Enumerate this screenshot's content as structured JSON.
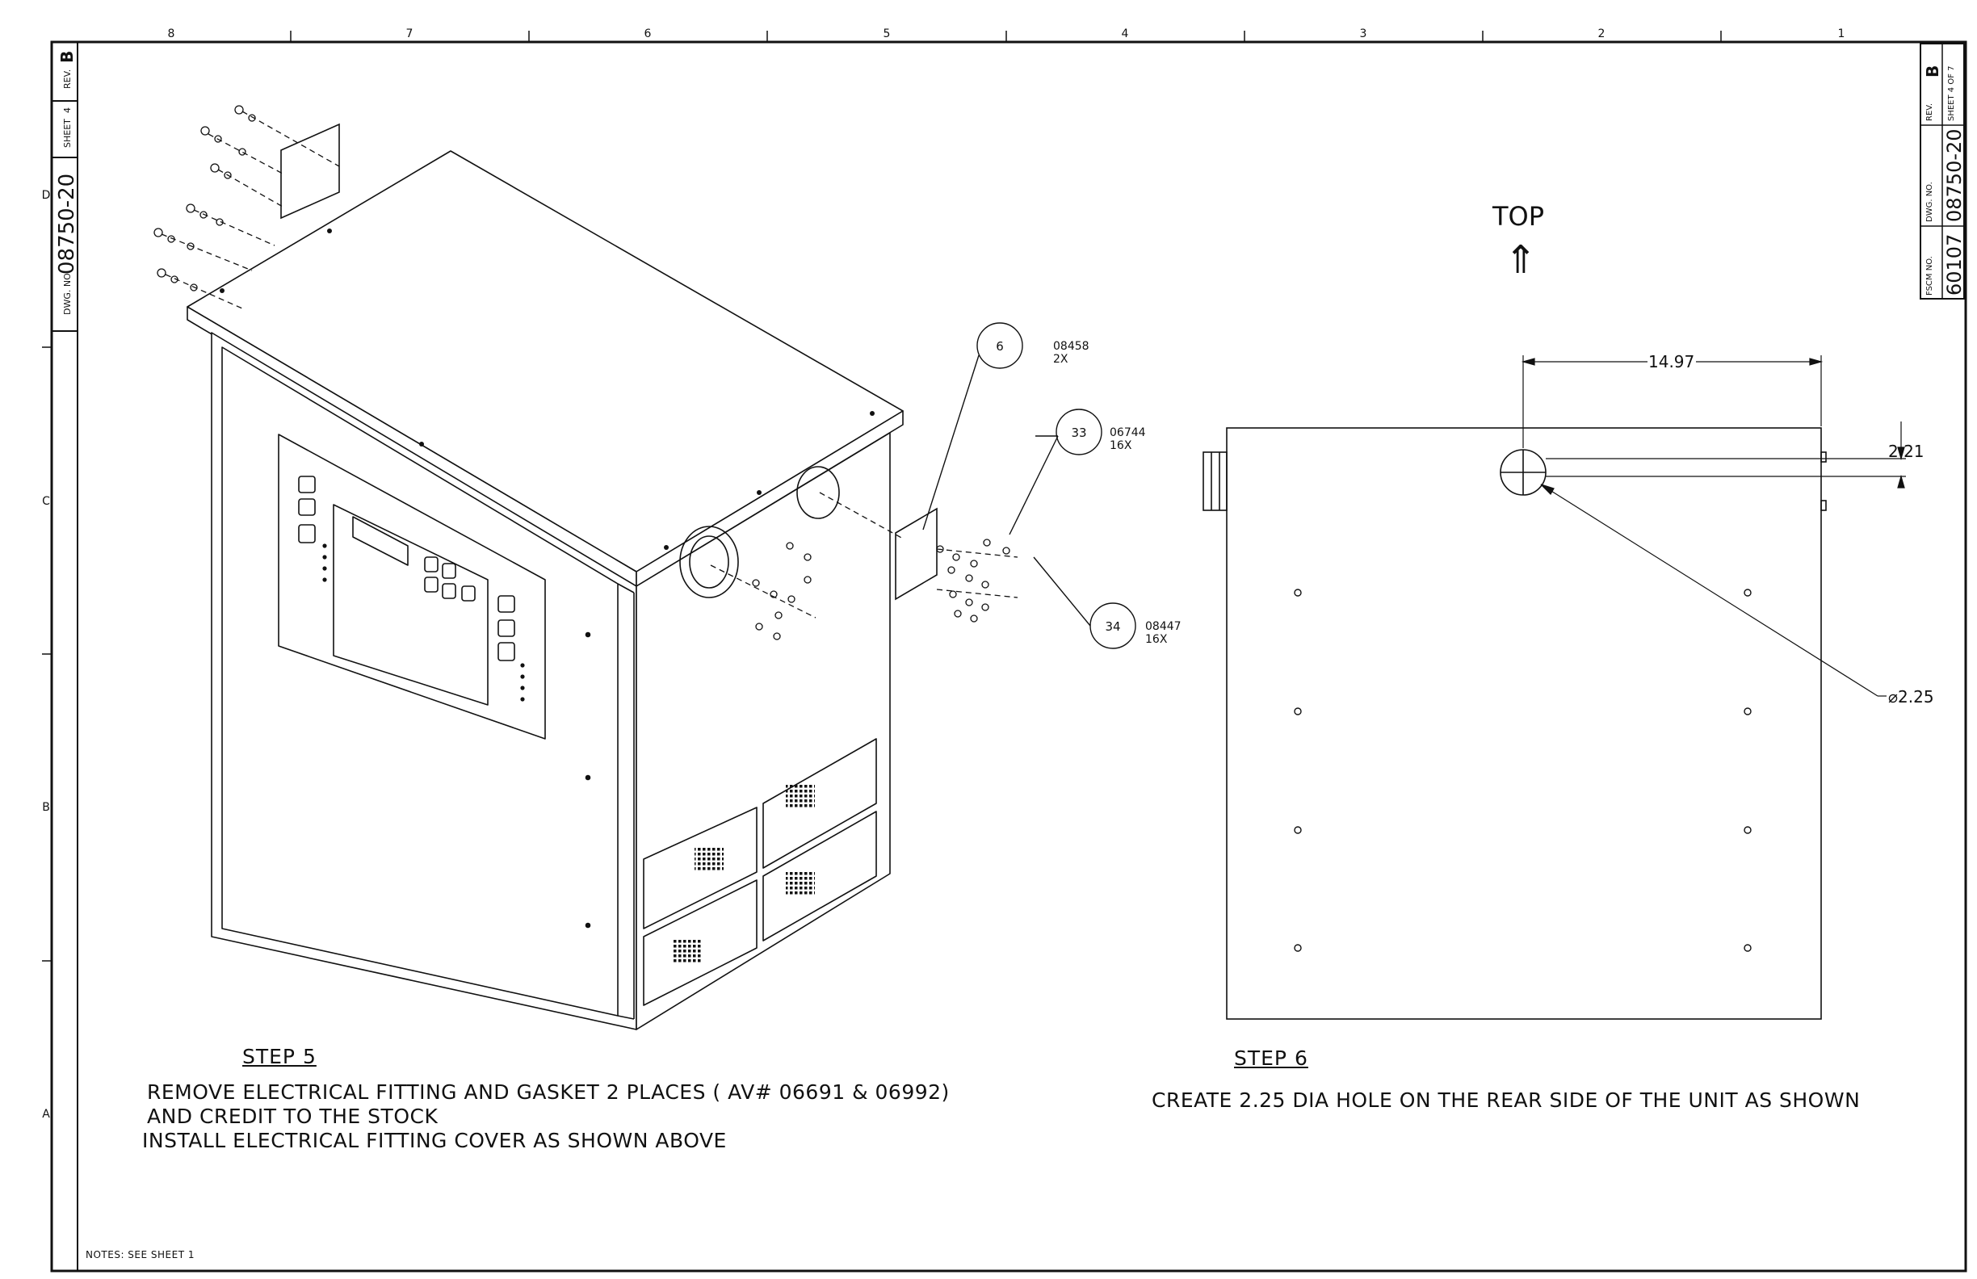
{
  "sheet": {
    "zones_top": [
      "8",
      "7",
      "6",
      "5",
      "4",
      "3",
      "2",
      "1"
    ],
    "zones_side": [
      "D",
      "C",
      "B",
      "A"
    ],
    "left_strip": {
      "rev_label": "REV.",
      "rev": "B",
      "sheet_label": "SHEET",
      "sheet_no": "4",
      "dwg_label": "DWG. NO.",
      "dwg_no": "08750-20"
    },
    "right_block": {
      "rev_label": "REV.",
      "rev": "B",
      "sheet_of": "SHEET 4 OF 7",
      "dwg_label": "DWG. NO.",
      "dwg_no": "08750-20",
      "fscm_label": "FSCM NO.",
      "fscm_no": "60107"
    },
    "notes": "NOTES: SEE SHEET 1"
  },
  "step5": {
    "title": "STEP 5",
    "lines": [
      "REMOVE ELECTRICAL FITTING  AND GASKET 2 PLACES ( AV# 06691 & 06992)",
      "AND CREDIT TO THE STOCK",
      "INSTALL ELECTRICAL FITTING COVER AS SHOWN ABOVE"
    ],
    "balloons": [
      {
        "item": "6",
        "part": "08458",
        "qty": "2X"
      },
      {
        "item": "33",
        "part": "06744",
        "qty": "16X"
      },
      {
        "item": "34",
        "part": "08447",
        "qty": "16X"
      }
    ]
  },
  "step6": {
    "title": "STEP 6",
    "line": "CREATE 2.25 DIA HOLE ON THE REAR SIDE OF THE UNIT AS SHOWN",
    "top_label": "TOP",
    "top_arrow": "⇑",
    "dim_horizontal": "14.97",
    "dim_vertical": "2.21",
    "dim_diameter": "⌀2.25"
  }
}
